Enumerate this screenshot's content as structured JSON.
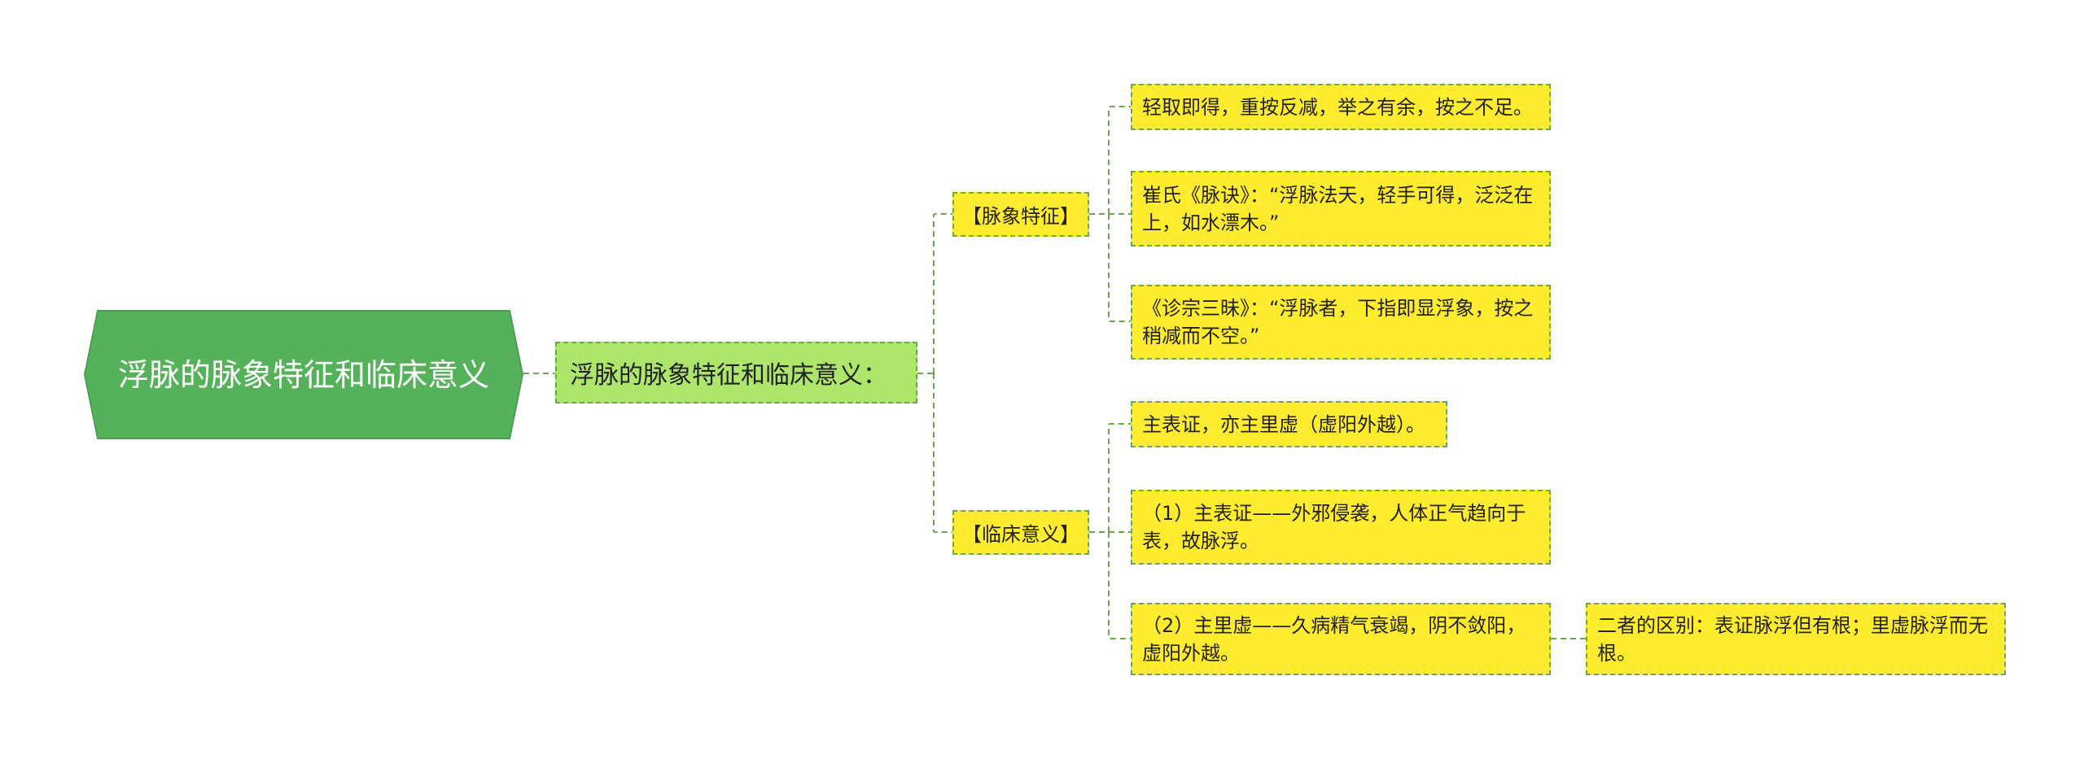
{
  "root": {
    "label": "浮脉的脉象特征和临床意义"
  },
  "main": {
    "label": "浮脉的脉象特征和临床意义："
  },
  "branches": [
    {
      "label": "【脉象特征】",
      "items": [
        "轻取即得，重按反减，举之有余，按之不足。",
        "崔氏《脉诀》：“浮脉法天，轻手可得，泛泛在上，如水漂木。”",
        "《诊宗三昧》：“浮脉者，下指即显浮象，按之稍减而不空。”"
      ]
    },
    {
      "label": "【临床意义】",
      "items": [
        "主表证，亦主里虚（虚阳外越）。",
        "（1）主表证——外邪侵袭，人体正气趋向于表，故脉浮。",
        "（2）主里虚——久病精气衰竭，阴不敛阳，虚阳外越。"
      ],
      "note": "二者的区别：表证脉浮但有根；里虚脉浮而无根。"
    }
  ],
  "colors": {
    "root_fill": "#55b25a",
    "root_stroke": "#4a9e4f",
    "main_fill": "#aee56b",
    "leaf_fill": "#ffec2e",
    "line": "#6aa84f"
  }
}
